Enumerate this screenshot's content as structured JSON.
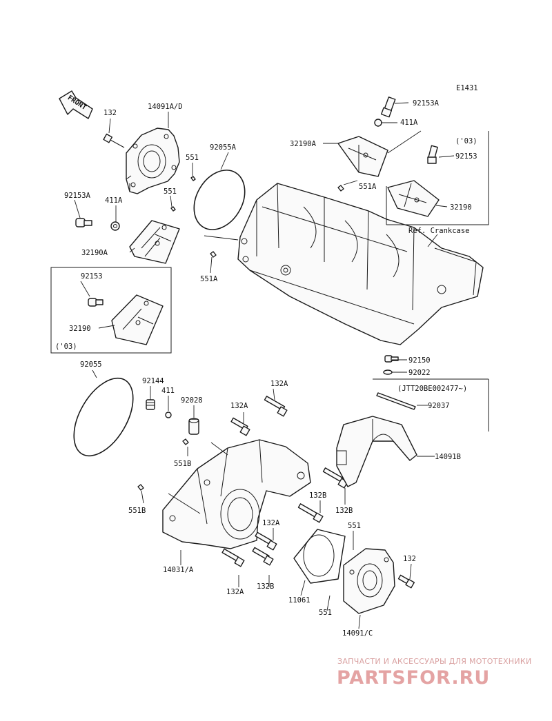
{
  "diagram_id": "E1431",
  "front_label": "FRONT",
  "ref_label": "Ref. Crankcase",
  "year_note_a": "('03)",
  "year_note_b": "('03)",
  "serial_note": "(JTT20BE002477~)",
  "callouts": {
    "c132_top": "132",
    "c14091ad": "14091A/D",
    "c92055a": "92055A",
    "c551_a": "551",
    "c551_b": "551",
    "c92153a_l": "92153A",
    "c411a_l": "411A",
    "c32190a_l": "32190A",
    "c551a_l": "551A",
    "c92153_l": "92153",
    "c32190_l": "32190",
    "c92153a_r": "92153A",
    "c411a_r": "411A",
    "c32190a_r": "32190A",
    "c92153_r": "92153",
    "c551a_r": "551A",
    "c32190_r": "32190",
    "c92055": "92055",
    "c92144": "92144",
    "c411": "411",
    "c92028": "92028",
    "c132a_1": "132A",
    "c132a_2": "132A",
    "c551b_1": "551B",
    "c551b_2": "551B",
    "c92150": "92150",
    "c92022": "92022",
    "c92037": "92037",
    "c14091b": "14091B",
    "c132b_1": "132B",
    "c132b_2": "132B",
    "c132a_3": "132A",
    "c551_c": "551",
    "c132_r": "132",
    "c14031a": "14031/A",
    "c132a_4": "132A",
    "c132b_3": "132B",
    "c11061": "11061",
    "c551_d": "551",
    "c14091c": "14091/C"
  },
  "watermark": {
    "tagline": "ЗАПЧАСТИ И АКСЕССУАРЫ ДЛЯ МОТОТЕХНИКИ",
    "brand": "PARTSFOR.RU"
  }
}
